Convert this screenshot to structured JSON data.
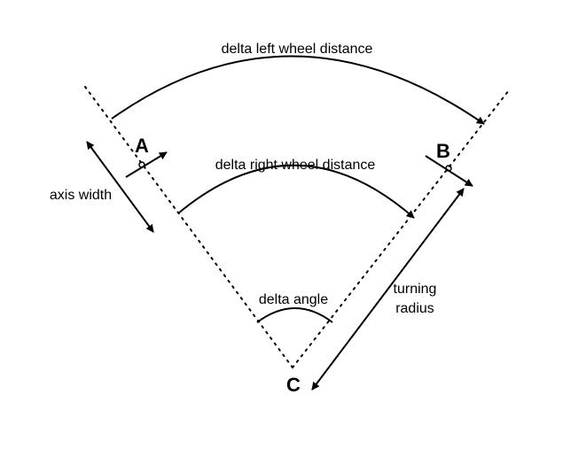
{
  "labels": {
    "left_wheel": "delta left wheel distance",
    "right_wheel": "delta right wheel distance",
    "axis_width": "axis width",
    "delta_angle": "delta angle",
    "turning_1": "turning",
    "turning_2": "radius",
    "point_a": "A",
    "point_b": "B",
    "point_c": "C"
  },
  "colors": {
    "stroke": "#000000",
    "background": "#ffffff"
  }
}
